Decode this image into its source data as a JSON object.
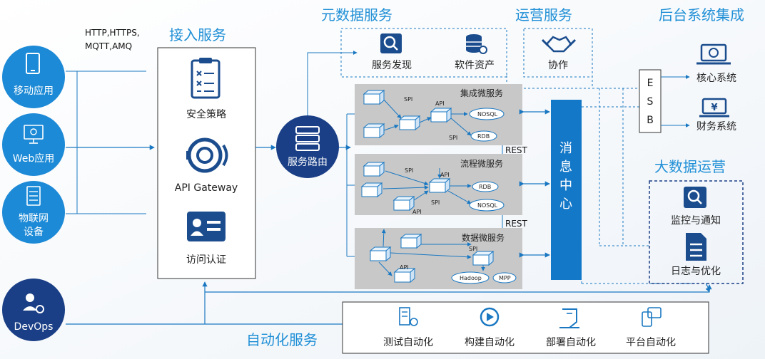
{
  "sections": {
    "access": "接入服务",
    "metadata": "元数据服务",
    "operations": "运营服务",
    "backend": "后台系统集成",
    "bigdata": "大数据运营",
    "automation": "自动化服务"
  },
  "protocols": [
    "HTTP,HTTPS,",
    "MQTT,AMQ"
  ],
  "clients": [
    "移动应用",
    "Web应用",
    "物联网",
    "设备"
  ],
  "devops": "DevOps",
  "access_items": [
    "安全策略",
    "API Gateway",
    "访问认证"
  ],
  "router": "服务路由",
  "metadata_items": [
    "服务发现",
    "软件资产"
  ],
  "operations_items": [
    "协作"
  ],
  "microservices": [
    {
      "title": "集成微服务",
      "labels": [
        "SPI",
        "API",
        "NOSQL",
        "SPI",
        "RDB"
      ]
    },
    {
      "title": "流程微服务",
      "labels": [
        "SPI",
        "API",
        "RDB",
        "NOSQL",
        "SPI",
        "API"
      ]
    },
    {
      "title": "数据微服务",
      "labels": [
        "SPI",
        "API",
        "Hadoop",
        "MPP"
      ]
    }
  ],
  "rest_labels": [
    "REST",
    "REST"
  ],
  "message_center": [
    "消",
    "息",
    "中",
    "心"
  ],
  "esb": [
    "E",
    "S",
    "B"
  ],
  "backend_items": [
    "核心系统",
    "财务系统"
  ],
  "bigdata_items": [
    "监控与通知",
    "日志与优化"
  ],
  "automation_items": [
    "测试自动化",
    "构建自动化",
    "部署自动化",
    "平台自动化"
  ],
  "colors": {
    "primary": "#1a78c2",
    "circle": "#1c8ad6",
    "dark_circle": "#1a3f86",
    "message_center": "#1478c8",
    "panel_gray": "#c8c8c8",
    "section_text": "#1f8fd6"
  }
}
